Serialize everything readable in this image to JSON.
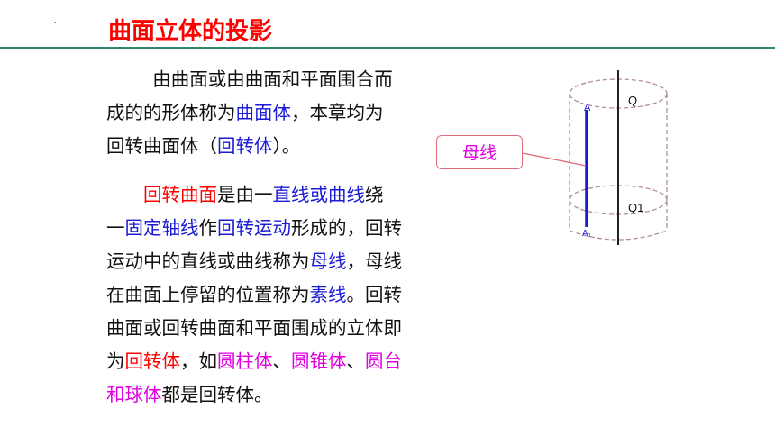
{
  "slide": {
    "title": "曲面立体的投影",
    "paragraph1": {
      "line1": "由曲面或由曲面和平面围合而",
      "line2_a": "成的的形体称为",
      "line2_b": "曲面体",
      "line2_c": "，本章均为",
      "line3_a": "回转曲面体（",
      "line3_b": "回转体",
      "line3_c": "）。"
    },
    "paragraph2": {
      "l1_a": "回转曲面",
      "l1_b": "是由一",
      "l1_c": "直线或曲线",
      "l1_d": "绕",
      "l2_a": "一",
      "l2_b": "固定轴线",
      "l2_c": "作",
      "l2_d": "回转运动",
      "l2_e": "形成的，回转",
      "l3_a": "运动中的直线或曲线称为",
      "l3_b": "母线",
      "l3_c": "，母线",
      "l4_a": "在曲面上停留的位置称为",
      "l4_b": "素线",
      "l4_c": "。回转",
      "l5": "曲面或回转曲面和平面围成的立体即",
      "l6_a": "为",
      "l6_b": "回转体",
      "l6_c": "，如",
      "l6_d": "圆柱体",
      "l6_e": "、",
      "l6_f": "圆锥体",
      "l6_g": "、",
      "l6_h": "圆台",
      "l7_a": "和球体",
      "l7_b": "都是回转体。"
    }
  },
  "figure": {
    "callout": "母线",
    "label_q": "Q",
    "label_q1": "Q1",
    "label_a": "A",
    "label_a1": "A₁"
  },
  "colors": {
    "title": "#ff0000",
    "rule": "#2e8b70",
    "highlight_blue": "#1b1bd6",
    "highlight_magenta": "#e000e0"
  }
}
